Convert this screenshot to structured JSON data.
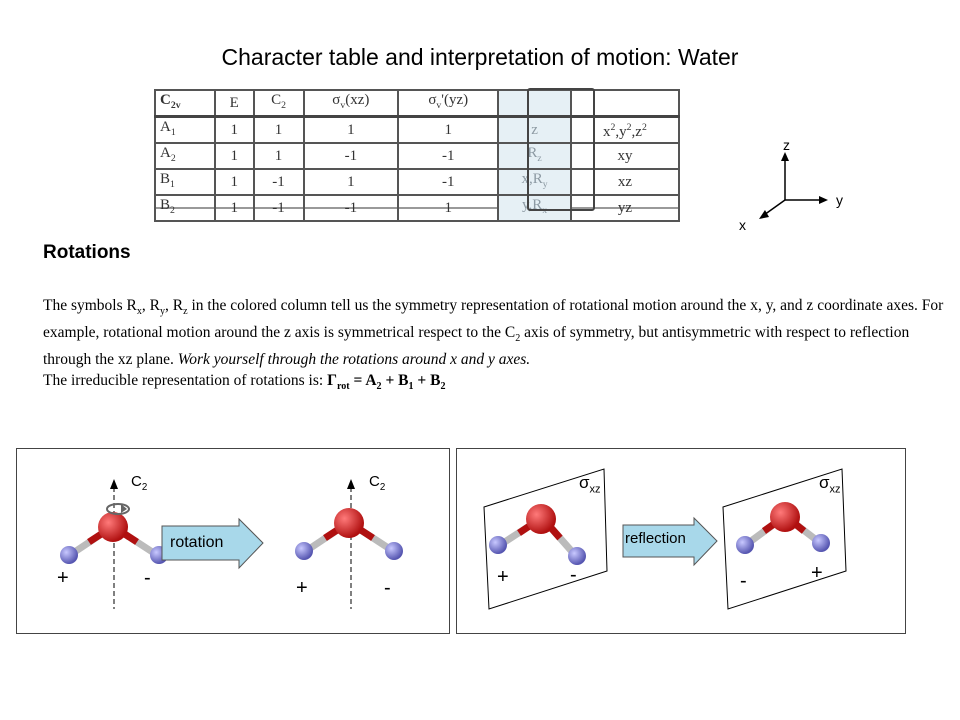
{
  "title": "Character table and interpretation of motion: Water",
  "table": {
    "header": [
      "C2v",
      "E",
      "C2",
      "σv(xz)",
      "σv'(yz)",
      "",
      ""
    ],
    "rows": [
      {
        "label": "A1",
        "E": "1",
        "C2": "1",
        "sxz": "1",
        "syz": "1",
        "lin": "z",
        "quad": "x²,y²,z²"
      },
      {
        "label": "A2",
        "E": "1",
        "C2": "1",
        "sxz": "-1",
        "syz": "-1",
        "lin": "Rz",
        "quad": "xy"
      },
      {
        "label": "B1",
        "E": "1",
        "C2": "-1",
        "sxz": "1",
        "syz": "-1",
        "lin": "x,Ry",
        "quad": "xz"
      },
      {
        "label": "B2",
        "E": "1",
        "C2": "-1",
        "sxz": "-1",
        "syz": "1",
        "lin": "y,Rx",
        "quad": "yz"
      }
    ]
  },
  "axes": {
    "z": "z",
    "y": "y",
    "x": "x"
  },
  "section": {
    "heading": "Rotations",
    "para1": "The symbols Rx, Ry, Rz in the colored column tell us the symmetry representation of rotational motion around the x, y, and z coordinate axes. For example, rotational motion around the z axis is symmetrical respect to the C2 axis of symmetry, but antisymmetric with respect to reflection through the xz plane.",
    "para1_italic": "Work yourself through the rotations around x and y axes.",
    "para2": "The irreducible representation of rotations is: Γrot = A2 + B1 + B2"
  },
  "panel_left": {
    "label_c2": "C2",
    "arrow_label": "rotation",
    "plus": "+",
    "minus": "-"
  },
  "panel_right": {
    "label_sigma": "σxz",
    "arrow_label": "reflection",
    "plus": "+",
    "minus": "-"
  },
  "colors": {
    "oxygen": "#c41e1e",
    "hydrogen": "#7b7bd0",
    "arrow": "#a8d8ea",
    "highlight": "#e6f0f5"
  }
}
